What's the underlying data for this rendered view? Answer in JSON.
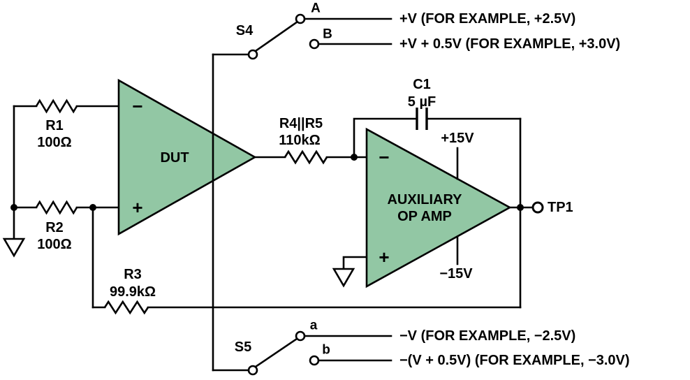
{
  "colors": {
    "opamp_fill": "#92C7A4",
    "wire": "#000000",
    "background": "#FFFFFF"
  },
  "dut_opamp": {
    "label": "DUT",
    "inverting_input": "−",
    "noninverting_input": "+"
  },
  "aux_opamp": {
    "label_line1": "AUXILIARY",
    "label_line2": "OP AMP",
    "inverting_input": "−",
    "noninverting_input": "+",
    "positive_supply": "+15V",
    "negative_supply": "−15V"
  },
  "resistors": {
    "r1": {
      "name": "R1",
      "value": "100Ω"
    },
    "r2": {
      "name": "R2",
      "value": "100Ω"
    },
    "r3": {
      "name": "R3",
      "value": "99.9kΩ"
    },
    "r4r5": {
      "name": "R4||R5",
      "value": "110kΩ"
    }
  },
  "capacitors": {
    "c1": {
      "name": "C1",
      "value": "5 µF"
    }
  },
  "switch_s4": {
    "label": "S4",
    "pos_a": "A",
    "pos_b": "B",
    "rail_a": "+V (FOR EXAMPLE, +2.5V)",
    "rail_b": "+V + 0.5V (FOR EXAMPLE, +3.0V)"
  },
  "switch_s5": {
    "label": "S5",
    "pos_a": "a",
    "pos_b": "b",
    "rail_a": "−V (FOR EXAMPLE, −2.5V)",
    "rail_b": "−(V + 0.5V) (FOR EXAMPLE, −3.0V)"
  },
  "test_point": {
    "label": "TP1"
  }
}
